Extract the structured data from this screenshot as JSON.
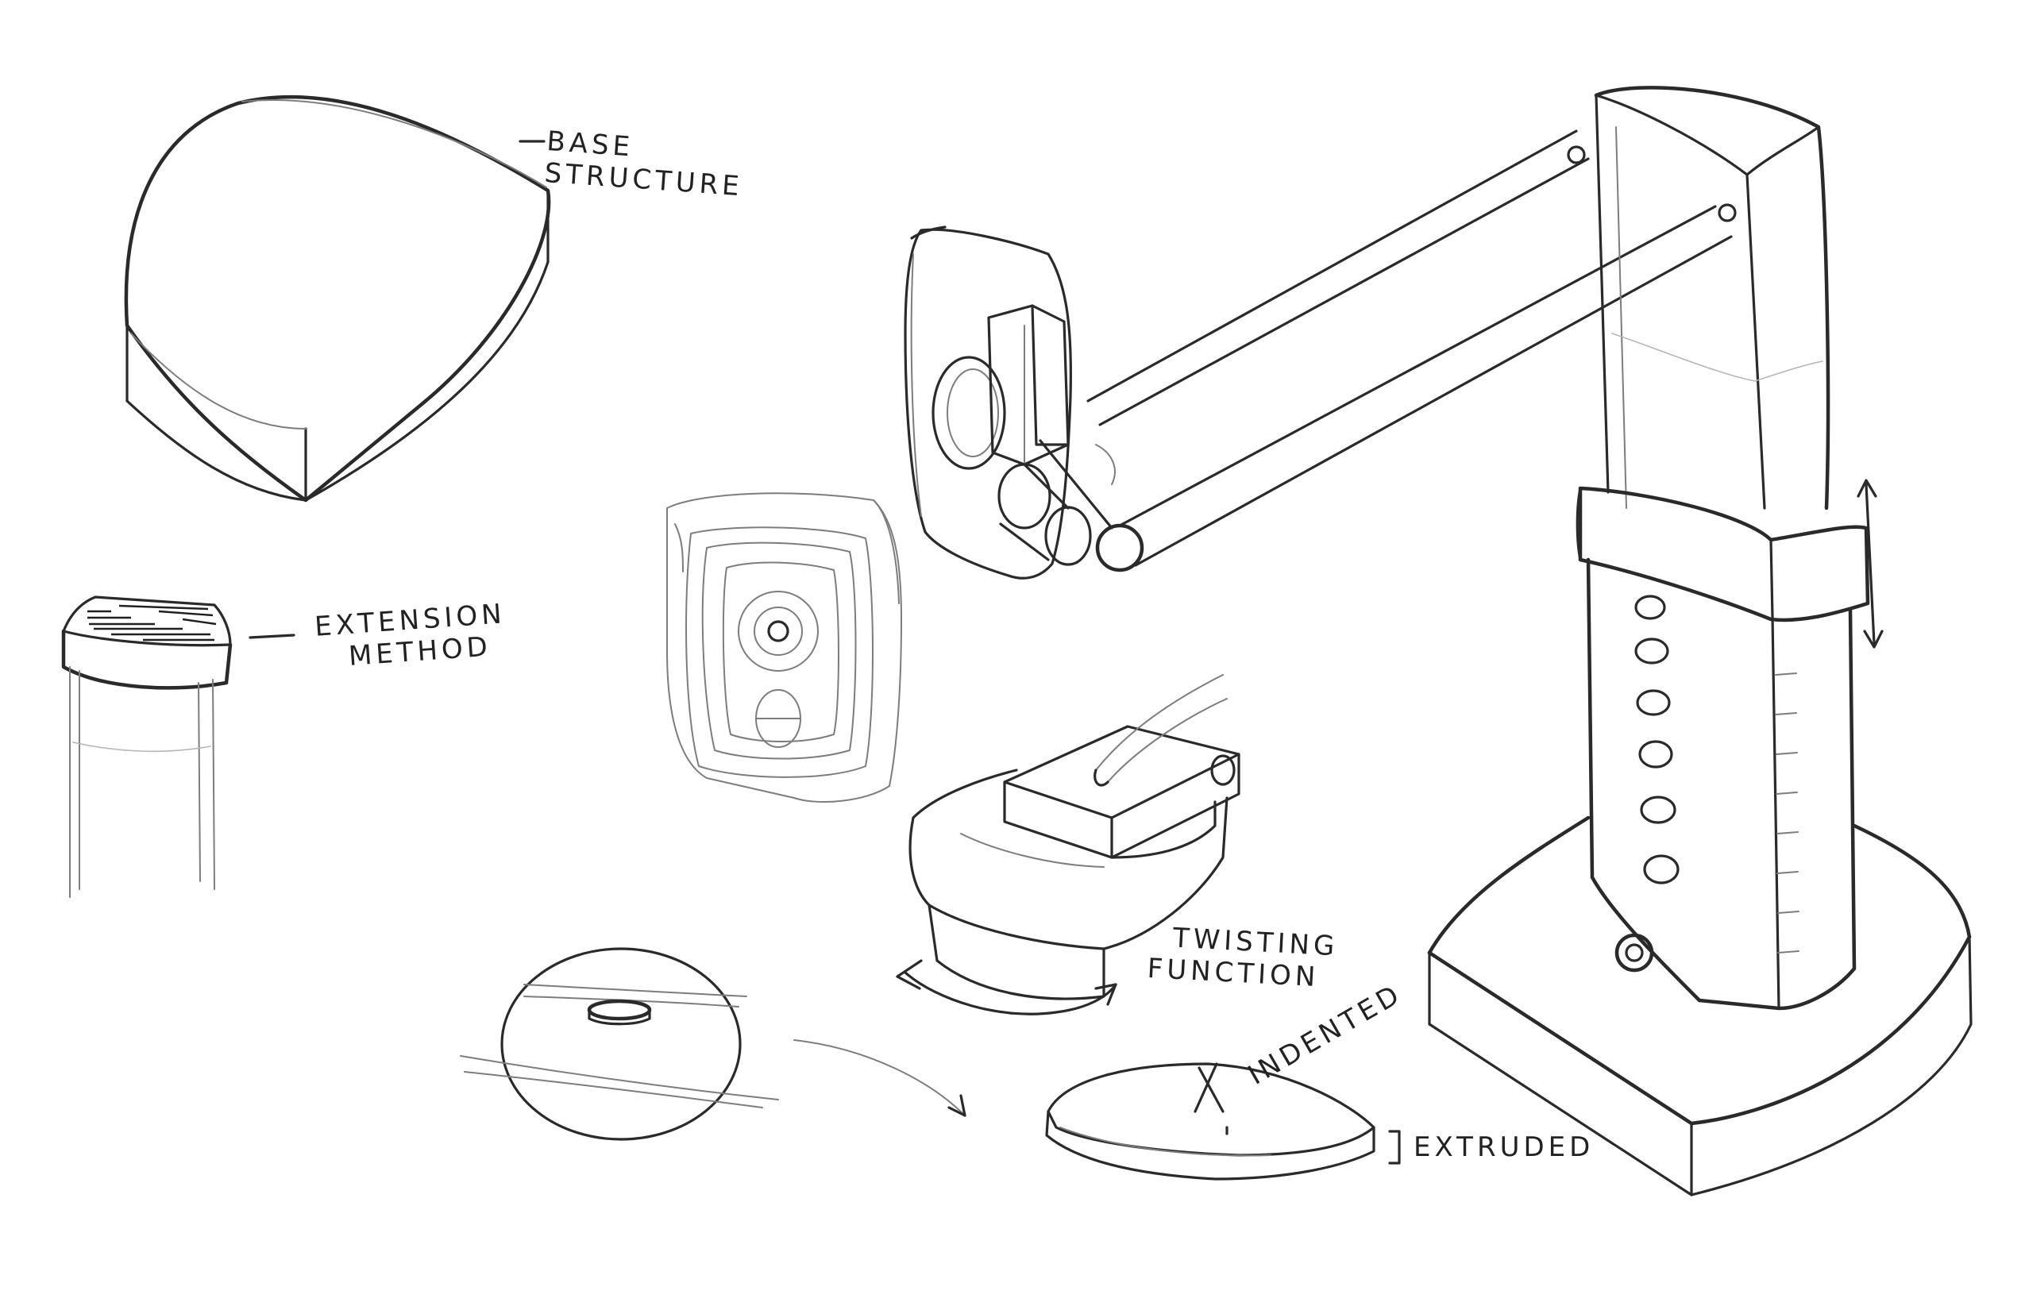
{
  "annotations": {
    "base_structure_line1": "BASE",
    "base_structure_line2": "STRUCTURE",
    "extension_method_line1": "EXTENSION",
    "extension_method_line2": "METHOD",
    "twisting_function_line1": "TWISTING",
    "twisting_function_line2": "FUNCTION",
    "indented": "INDENTED",
    "extruded": "EXTRUDED"
  },
  "style": {
    "paper": "#ffffff",
    "ink": "#2a2a2a"
  }
}
